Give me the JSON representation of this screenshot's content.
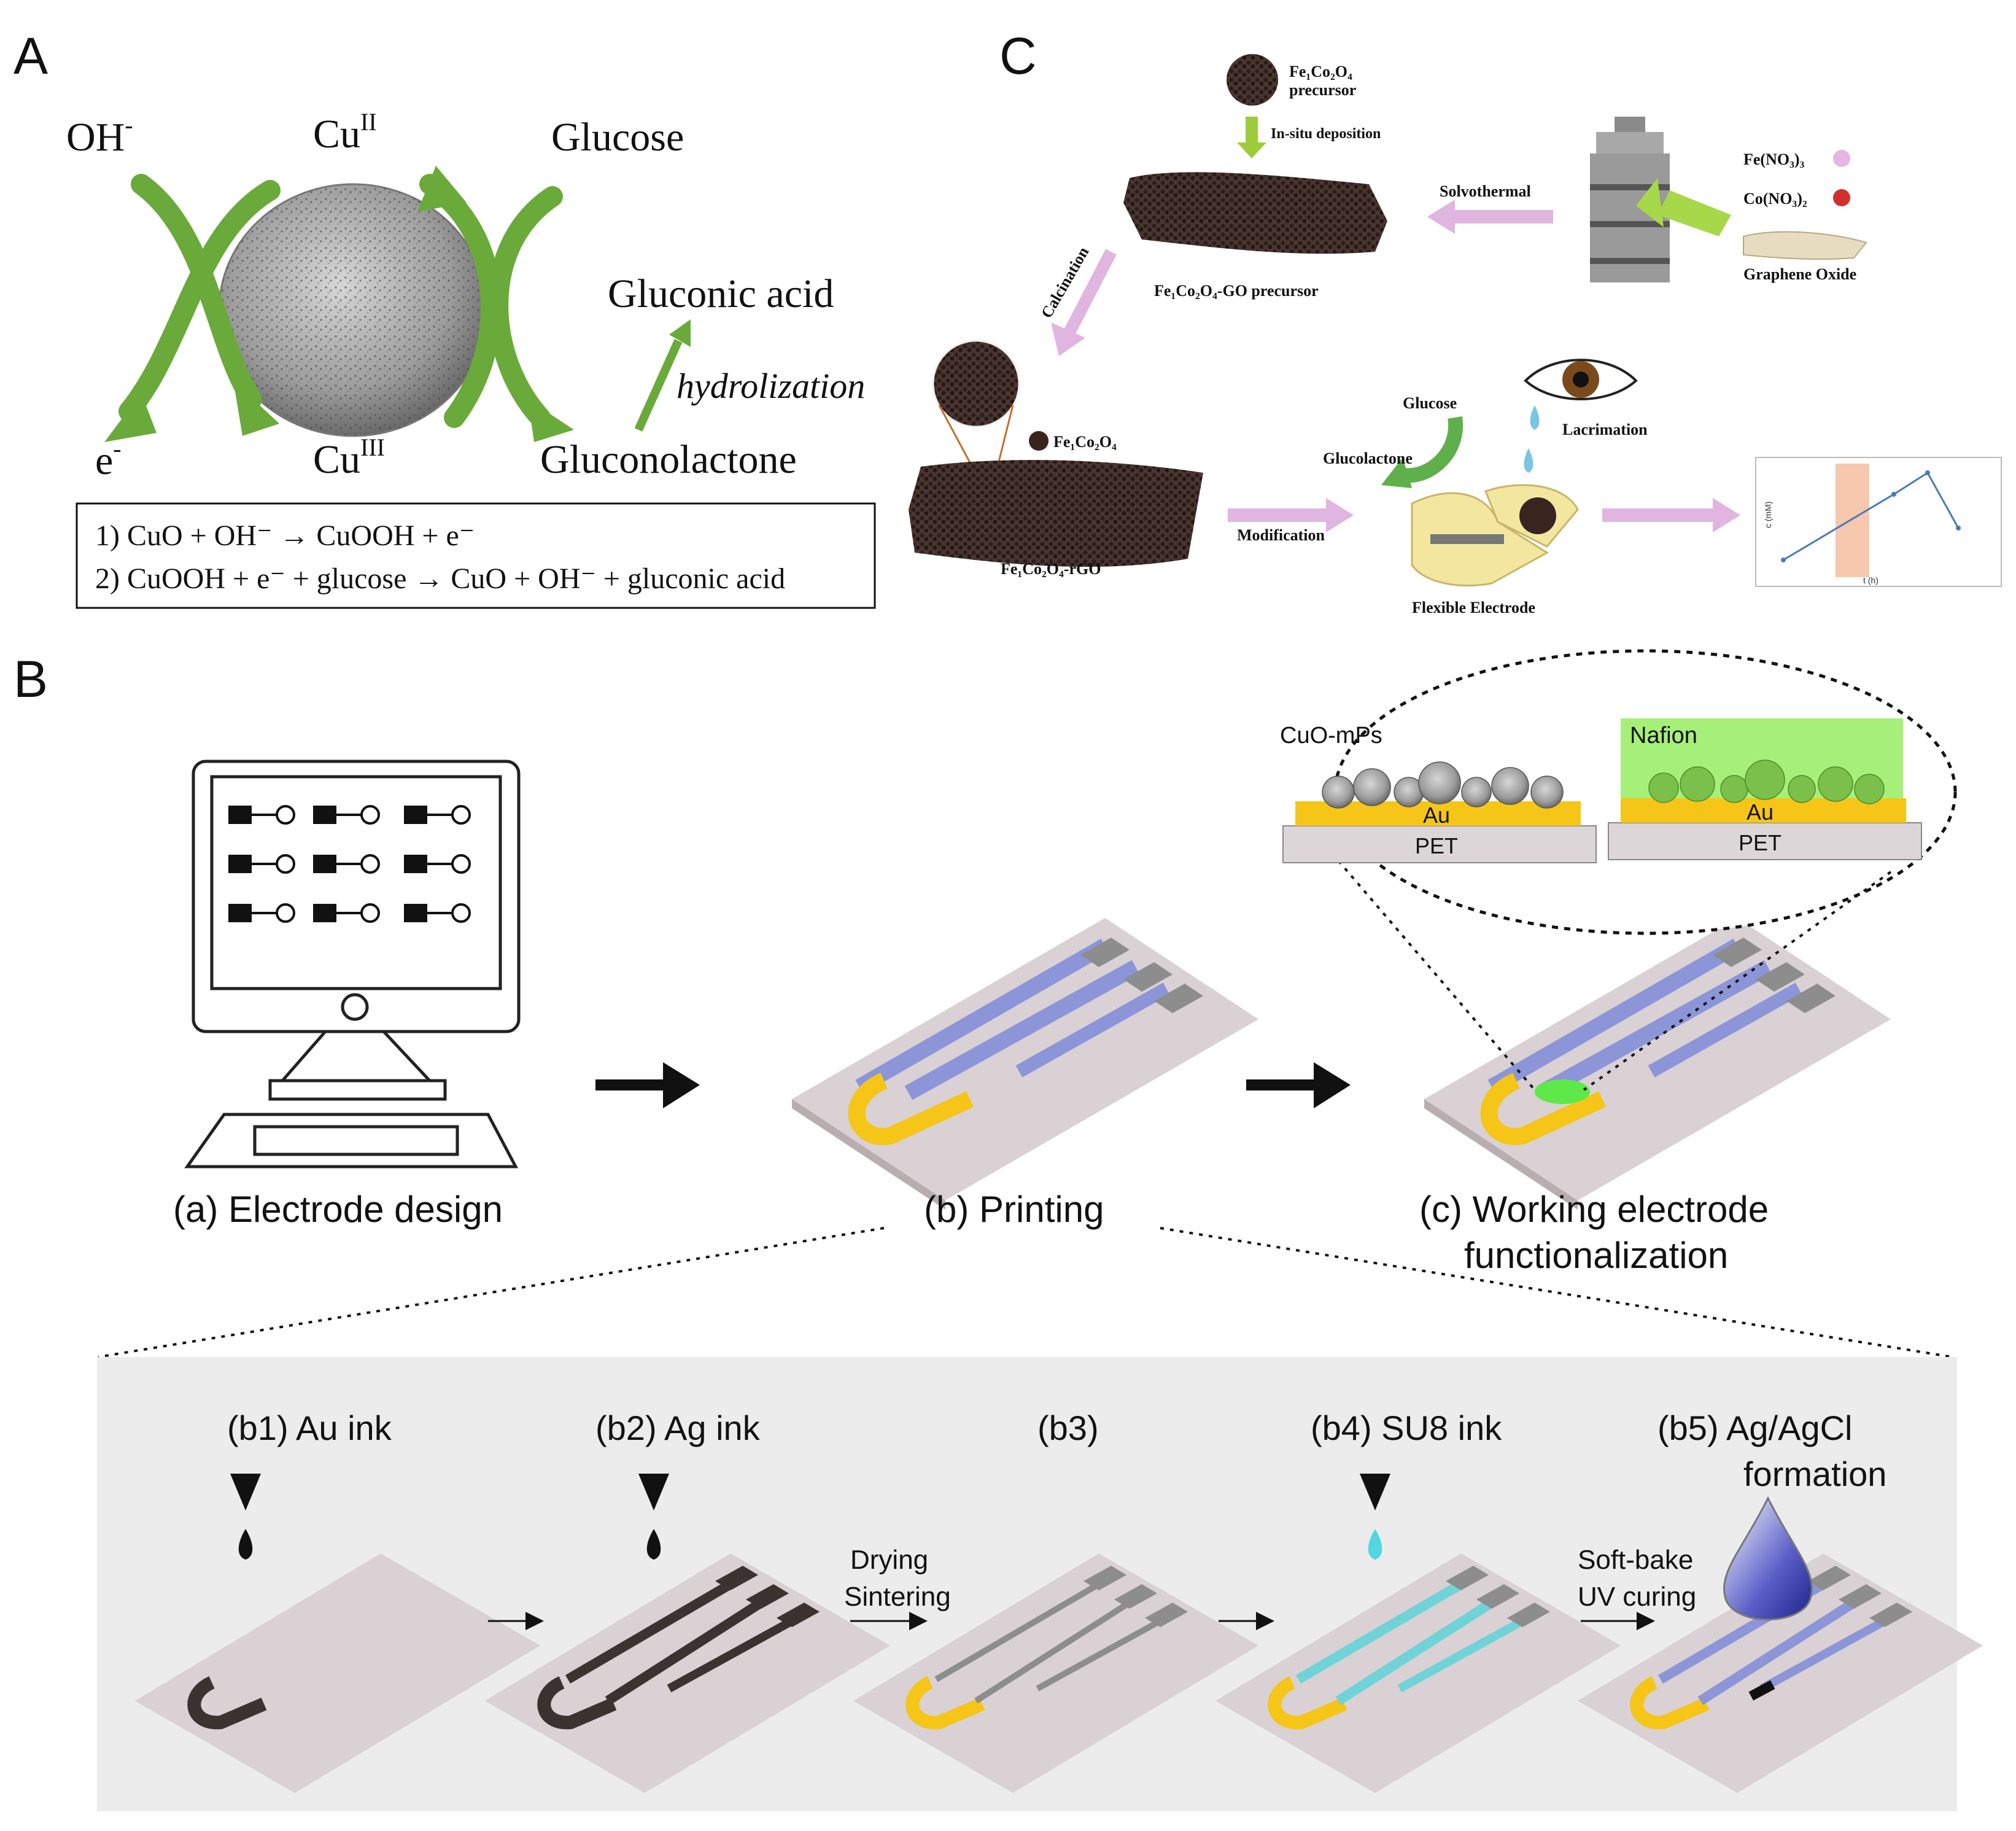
{
  "panels": {
    "a": {
      "label": "A",
      "oh": "OH",
      "oh_sup": "-",
      "cu2": "Cu",
      "cu2_sup": "II",
      "glucose": "Glucose",
      "electron": "e",
      "electron_sup": "-",
      "cu3": "Cu",
      "cu3_sup": "III",
      "gluconolactone": "Gluconolactone",
      "gluconic_acid": "Gluconic acid",
      "hydrolization": "hydrolization",
      "eq1": "1) CuO + OH⁻ → CuOOH + e⁻",
      "eq2": "2) CuOOH + e⁻ + glucose → CuO + OH⁻ + gluconic acid"
    },
    "c": {
      "label": "C",
      "precursor_a": "Fe₁Co₂O₄",
      "precursor_b": "precursor",
      "in_situ": "In-situ deposition",
      "solvothermal": "Solvothermal",
      "fe_nitrate": "Fe(NO₃)₃",
      "co_nitrate": "Co(NO₃)₂",
      "graphene_oxide": "Graphene Oxide",
      "go_precursor": "Fe₁Co₂O₄-GO precursor",
      "calcination": "Calcination",
      "fecoo": "Fe₁Co₂O₄",
      "rgo": "Fe₁Co₂O₄-rGO",
      "modification": "Modification",
      "glucose": "Glucose",
      "glucolactone": "Glucolactone",
      "lacrimation": "Lacrimation",
      "flexible_electrode": "Flexible Electrode",
      "plot_ylabel": "c (mM)",
      "plot_xlabel": "t (h)"
    },
    "b": {
      "label": "B",
      "step_a": "(a) Electrode design",
      "step_b": "(b) Printing",
      "step_c1": "(c) Working electrode",
      "step_c2": "functionalization",
      "cuo_mps": "CuO-mPs",
      "nafion": "Nafion",
      "au": "Au",
      "pet": "PET",
      "b1": "(b1)  Au ink",
      "b2": "(b2)  Ag  ink",
      "b3": "(b3)",
      "b4": "(b4)  SU8 ink",
      "b5a": "(b5)  Ag/AgCl",
      "b5b": "formation",
      "drying": "Drying",
      "sintering": "Sintering",
      "softbake": "Soft-bake",
      "uvcuring": "UV curing"
    }
  },
  "colors": {
    "green_arrow": "#6aaa3a",
    "gold": "#f5c518",
    "blue_trace": "#8c95d8",
    "cyan_trace": "#6fd3d8",
    "nafion_green": "#a6f07a",
    "pink_arrow": "#e0b5e0",
    "substrate": "#d9d1d3",
    "inset_bg": "#ececec"
  }
}
